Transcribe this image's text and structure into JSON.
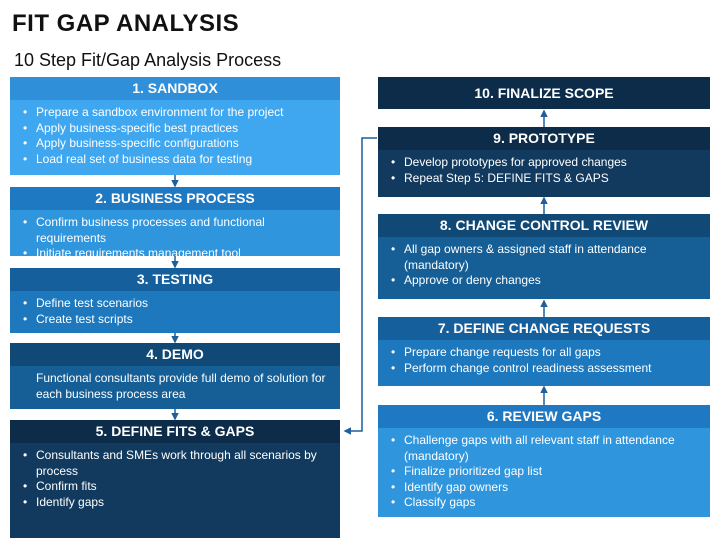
{
  "title": "FIT GAP ANALYSIS",
  "subtitle": "10 Step Fit/Gap Analysis Process",
  "steps": {
    "s1": {
      "title": "1. SANDBOX",
      "items": [
        "Prepare a sandbox environment for the project",
        "Apply business-specific best practices",
        "Apply business-specific configurations",
        "Load real set of business data for testing"
      ]
    },
    "s2": {
      "title": "2. BUSINESS PROCESS",
      "items": [
        "Confirm business processes and functional requirements",
        "Initiate requirements management tool"
      ]
    },
    "s3": {
      "title": "3. TESTING",
      "items": [
        "Define test scenarios",
        "Create test scripts"
      ]
    },
    "s4": {
      "title": "4. DEMO",
      "text": "Functional consultants provide full demo of solution for each business process area"
    },
    "s5": {
      "title": "5. DEFINE FITS & GAPS",
      "items": [
        "Consultants and SMEs work through all scenarios by process",
        "Confirm fits",
        "Identify gaps"
      ]
    },
    "s6": {
      "title": "6. REVIEW GAPS",
      "items": [
        "Challenge gaps with all relevant staff in attendance (mandatory)",
        "Finalize prioritized gap list",
        "Identify gap owners",
        "Classify gaps"
      ]
    },
    "s7": {
      "title": "7. DEFINE CHANGE REQUESTS",
      "items": [
        "Prepare change requests for all gaps",
        "Perform change control readiness assessment"
      ]
    },
    "s8": {
      "title": "8. CHANGE CONTROL REVIEW",
      "items": [
        "All gap owners & assigned staff in attendance (mandatory)",
        "Approve or deny changes"
      ]
    },
    "s9": {
      "title": "9. PROTOTYPE",
      "items": [
        "Develop prototypes for approved changes",
        "Repeat Step 5: DEFINE FITS & GAPS"
      ]
    },
    "s10": {
      "title": "10. FINALIZE SCOPE"
    }
  },
  "colors": {
    "arrow": "#1f5f9a",
    "darkest": "#0d2c4a",
    "lightest": "#3fa7f0"
  }
}
